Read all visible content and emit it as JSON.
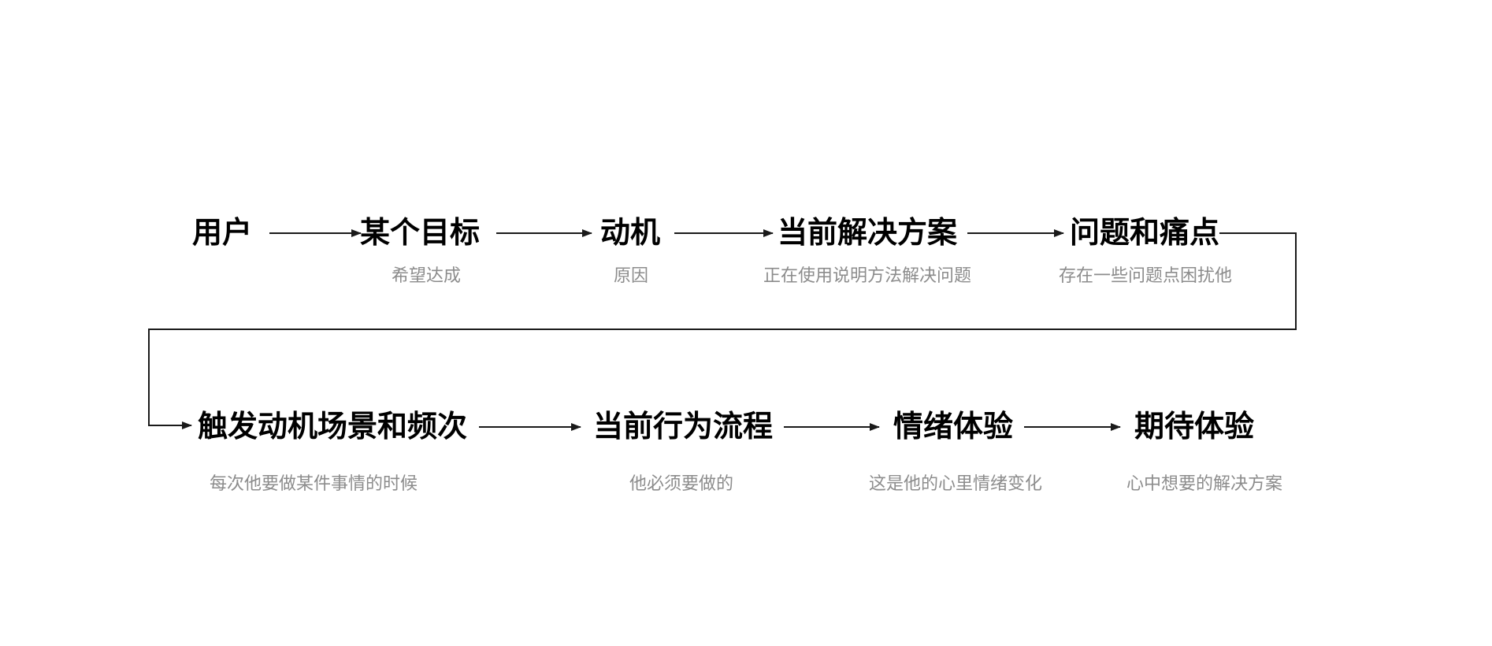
{
  "colors": {
    "background": "#ffffff",
    "title_text": "#000000",
    "subtitle_text": "#8c8c8c",
    "line": "#1a1a1a"
  },
  "diagram": {
    "row1": {
      "nodes": [
        {
          "title": "用户",
          "subtitle": ""
        },
        {
          "title": "某个目标",
          "subtitle": "希望达成"
        },
        {
          "title": "动机",
          "subtitle": "原因"
        },
        {
          "title": "当前解决方案",
          "subtitle": "正在使用说明方法解决问题"
        },
        {
          "title": "问题和痛点",
          "subtitle": "存在一些问题点困扰他"
        }
      ]
    },
    "row2": {
      "nodes": [
        {
          "title": "触发动机场景和频次",
          "subtitle": "每次他要做某件事情的时候"
        },
        {
          "title": "当前行为流程",
          "subtitle": "他必须要做的"
        },
        {
          "title": "情绪体验",
          "subtitle": "这是他的心里情绪变化"
        },
        {
          "title": "期待体验",
          "subtitle": "心中想要的解决方案"
        }
      ]
    }
  }
}
